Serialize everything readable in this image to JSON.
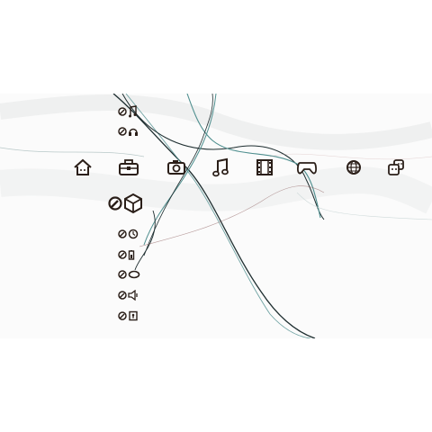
{
  "screen": {
    "background": "#fbfbfb",
    "wave_colors": [
      "#1e2e30",
      "#4f8f8f",
      "#8a5a5a",
      "#b8c8c8"
    ]
  },
  "categories": [
    {
      "name": "home",
      "icon": "house-icon"
    },
    {
      "name": "settings",
      "icon": "toolbox-icon",
      "selected": true
    },
    {
      "name": "photo",
      "icon": "camera-icon"
    },
    {
      "name": "music",
      "icon": "music-note-icon"
    },
    {
      "name": "video",
      "icon": "film-strip-icon"
    },
    {
      "name": "game",
      "icon": "gamepad-icon"
    },
    {
      "name": "network",
      "icon": "globe-icon"
    },
    {
      "name": "friends",
      "icon": "faces-icon"
    }
  ],
  "items_above": [
    {
      "icon": "music-settings-icon"
    },
    {
      "icon": "headset-settings-icon"
    }
  ],
  "selected_item": {
    "icon": "system-settings-icon"
  },
  "items_below": [
    {
      "icon": "date-time-settings-icon"
    },
    {
      "icon": "battery-settings-icon"
    },
    {
      "icon": "display-settings-icon"
    },
    {
      "icon": "sound-settings-icon"
    },
    {
      "icon": "security-settings-icon"
    }
  ]
}
